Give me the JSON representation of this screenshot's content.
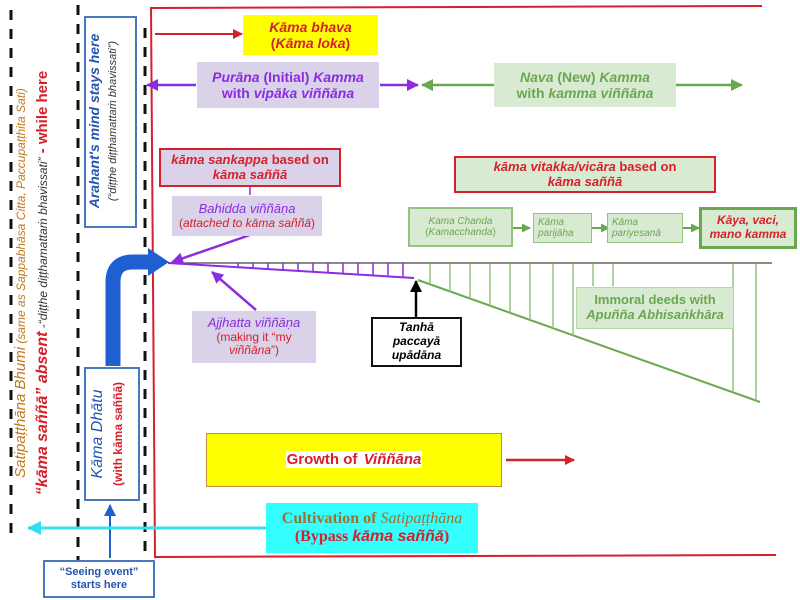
{
  "left_panel": {
    "bhumi_line1": "Satipaṭṭhāna Bhumi",
    "bhumi_line1_suffix": " (same as Sappabhāsa Citta, Paccupaṭṭhita Sati)",
    "bhumi_line2_quote": "“kāma saññā” absent",
    "bhumi_line2_mid": " -“diṭṭhe diṭṭhamattaṁ bhavissati”",
    "bhumi_line2_end": " - while here"
  },
  "arahant_box": {
    "title": "Arahant's mind stays here",
    "subtitle": "(“diṭṭhe diṭṭhamattaṁ bhavissati”)"
  },
  "kama_dhatu_box": {
    "title": "Kāma Dhātu",
    "subtitle": "(with kāma saññā)"
  },
  "seeing_event_box": {
    "line1": "“Seeing event”",
    "line2": "starts here"
  },
  "kama_bhava_box": {
    "line1": "Kāma bhava",
    "line2_a": "(",
    "line2_b": "Kāma loka",
    "line2_c": ")"
  },
  "purana_box": {
    "line1_a": "Purāna",
    "line1_b": " (Initial) ",
    "line1_c": "Kamma",
    "line2_a": "with ",
    "line2_b": "vipāka viññāna"
  },
  "nava_box": {
    "line1_a": "Nava",
    "line1_b": " (New) ",
    "line1_c": "Kamma",
    "line2_a": "with ",
    "line2_b": "kamma viññāna"
  },
  "sankappa_box": {
    "line1_a": "kāma sankappa",
    "line1_b": " based on",
    "line2": "kāma saññā"
  },
  "bahidda_box": {
    "line1": "Bahidda viññāṇa",
    "line2_a": "(",
    "line2_b": "attached to kāma saññā",
    "line2_c": ")"
  },
  "vitakka_box": {
    "line1_a": "kāma vitakka/vicāra",
    "line1_b": " based on",
    "line2": "kāma saññā"
  },
  "chain": [
    {
      "line1": "Kama Chanda",
      "line2_a": "(",
      "line2_b": "Kamacchanda",
      "line2_c": ")"
    },
    {
      "line1": "Kāma",
      "line2": "parijāha"
    },
    {
      "line1": "Kāma",
      "line2": "pariyesanā"
    },
    {
      "line1": "Kāya, vaci,",
      "line2": "mano kamma"
    }
  ],
  "ajjhatta_box": {
    "line1": "Ajjhatta viññāṇa",
    "line2": "(making it “my",
    "line3_a": "viññāna",
    "line3_b": "”)"
  },
  "tanha_box": {
    "line1": "Tanhā",
    "line2": "paccayā",
    "line3": "upādāna"
  },
  "immoral_box": {
    "line1": "Immoral deeds with",
    "line2": "Apuñña Abhisaṅkhāra"
  },
  "growth_box": {
    "label_a": "Growth of ",
    "label_b": "Viññāna"
  },
  "cultivation_box": {
    "line1_a": "Cultivation of ",
    "line1_b": "Satipaṭṭhāna",
    "line2_a": "(Bypass ",
    "line2_b": "kāma saññā",
    "line2_c": ")"
  },
  "colors": {
    "red": "#d6202a",
    "purple": "#8b2be2",
    "green": "#6aa84f",
    "blue": "#1f5fd0",
    "cyan": "#33e0f0",
    "yellow": "#ffff00",
    "lavender": "#d9d2e9",
    "light_green": "#d9ead3"
  }
}
